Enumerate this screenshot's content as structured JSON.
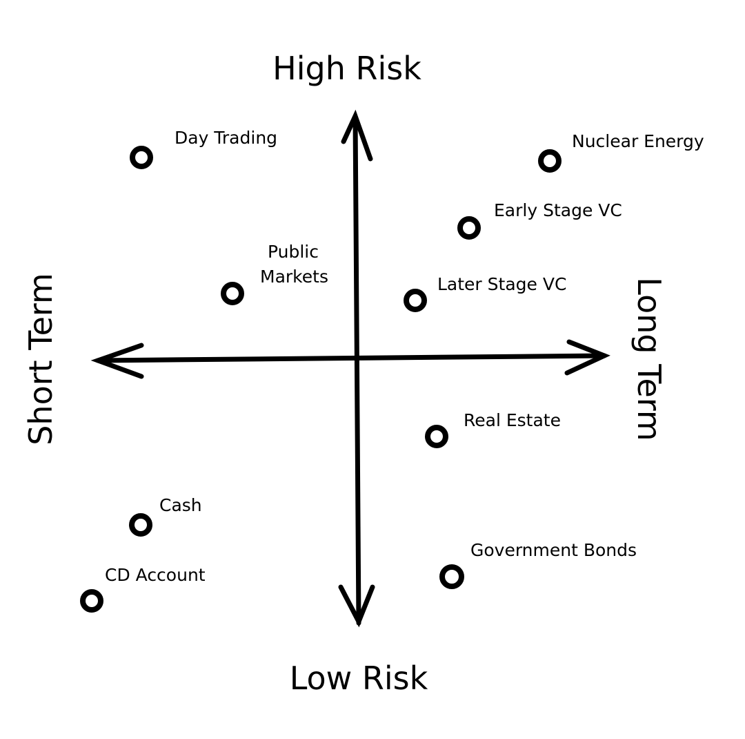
{
  "axes": {
    "top": "High Risk",
    "bottom": "Low Risk",
    "left": "Short Term",
    "right": "Long Term"
  },
  "items": [
    {
      "label": "Day Trading"
    },
    {
      "label": "Nuclear Energy"
    },
    {
      "label": "Early Stage VC"
    },
    {
      "label_line1": "Public",
      "label_line2": "Markets"
    },
    {
      "label": "Later Stage VC"
    },
    {
      "label": "Real Estate"
    },
    {
      "label": "Cash"
    },
    {
      "label": "CD Account"
    },
    {
      "label": "Government Bonds"
    }
  ]
}
